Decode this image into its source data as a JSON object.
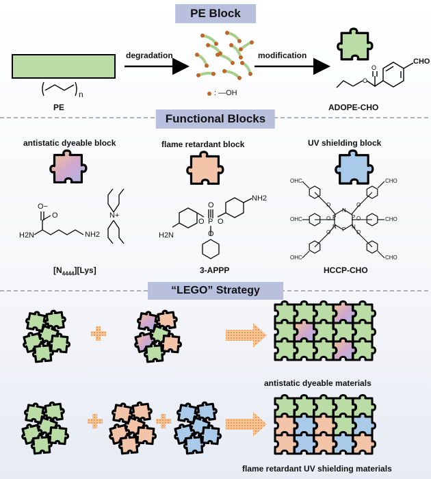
{
  "sections": {
    "pe_block": "PE Block",
    "functional_blocks": "Functional Blocks",
    "lego_strategy": "“LEGO” Strategy"
  },
  "pe_row": {
    "degradation": "degradation",
    "modification": "modification",
    "pe_label": "PE",
    "n_label": "n",
    "oh_legend": ": —OH",
    "product_label": "ADOPE-CHO",
    "cho": "CHO"
  },
  "blocks": {
    "antistatic": {
      "title": "antistatic dyeable block",
      "compound": "[N4444][Lys]"
    },
    "flame": {
      "title": "flame retardant block",
      "compound": "3-APPP"
    },
    "uv": {
      "title": "UV shielding block",
      "compound": "HCCP-CHO"
    }
  },
  "chem_text": {
    "nh2": "NH2",
    "h2n": "H2N",
    "o": "O",
    "o_minus": "O−",
    "n_plus": "N+",
    "p": "P",
    "n": "N",
    "ohc": "OHC",
    "cho": "CHO"
  },
  "results": {
    "row1": "antistatic dyeable materials",
    "row2": "flame retardant UV shielding materials"
  },
  "colors": {
    "green": "#b9dda4",
    "peach": "#f3c4a8",
    "blue": "#a9cbe9",
    "section_bg": "#b9c0de",
    "arrow_orange": "#f2b27a"
  }
}
